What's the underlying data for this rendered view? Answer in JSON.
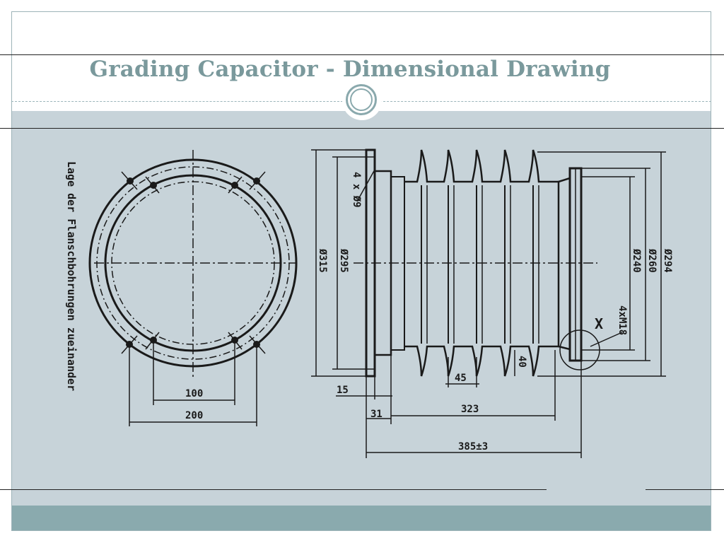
{
  "slide": {
    "title": "Grading Capacitor - Dimensional Drawing"
  },
  "drawing": {
    "side_note": "Lage der Flanschbohrungen zueinander",
    "front_view_dims": [
      "100",
      "200"
    ],
    "side_view_dims": {
      "d315": "Ø315",
      "d295": "Ø295",
      "holes": "4 x Ø9",
      "d294": "Ø294",
      "d260": "Ø260",
      "d240": "Ø240",
      "thread": "4xM18",
      "detail": "X",
      "d15": "15",
      "d31": "31",
      "d45": "45",
      "d40": "40",
      "d323": "323",
      "d385": "385±3"
    }
  },
  "colors": {
    "title": "#7a999c",
    "panel": "#c7d3d9",
    "footer": "#8aaaae",
    "ink": "#1a1a1a"
  }
}
